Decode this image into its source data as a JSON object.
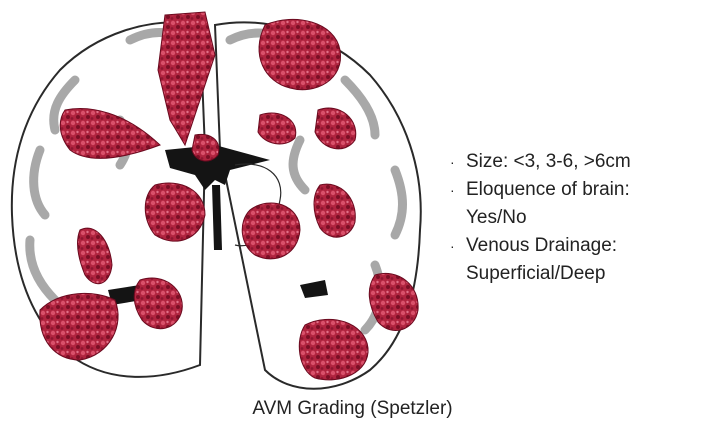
{
  "figure": {
    "illustration": "coronal brain section with arteriovenous malformation nidus locations",
    "colors": {
      "avm": "#b0243f",
      "avm_dark": "#7a0f25",
      "cortex_gray": "#9a9a9a",
      "ventricle": "#141414",
      "outline": "#2a2a2a"
    }
  },
  "criteria": [
    {
      "line1": "Size: <3, 3-6, >6cm",
      "line2": ""
    },
    {
      "line1": "Eloquence of brain:",
      "line2": "Yes/No"
    },
    {
      "line1": "Venous Drainage:",
      "line2": "Superficial/Deep"
    }
  ],
  "bullet_glyph": "·",
  "caption": "AVM Grading (Spetzler)"
}
